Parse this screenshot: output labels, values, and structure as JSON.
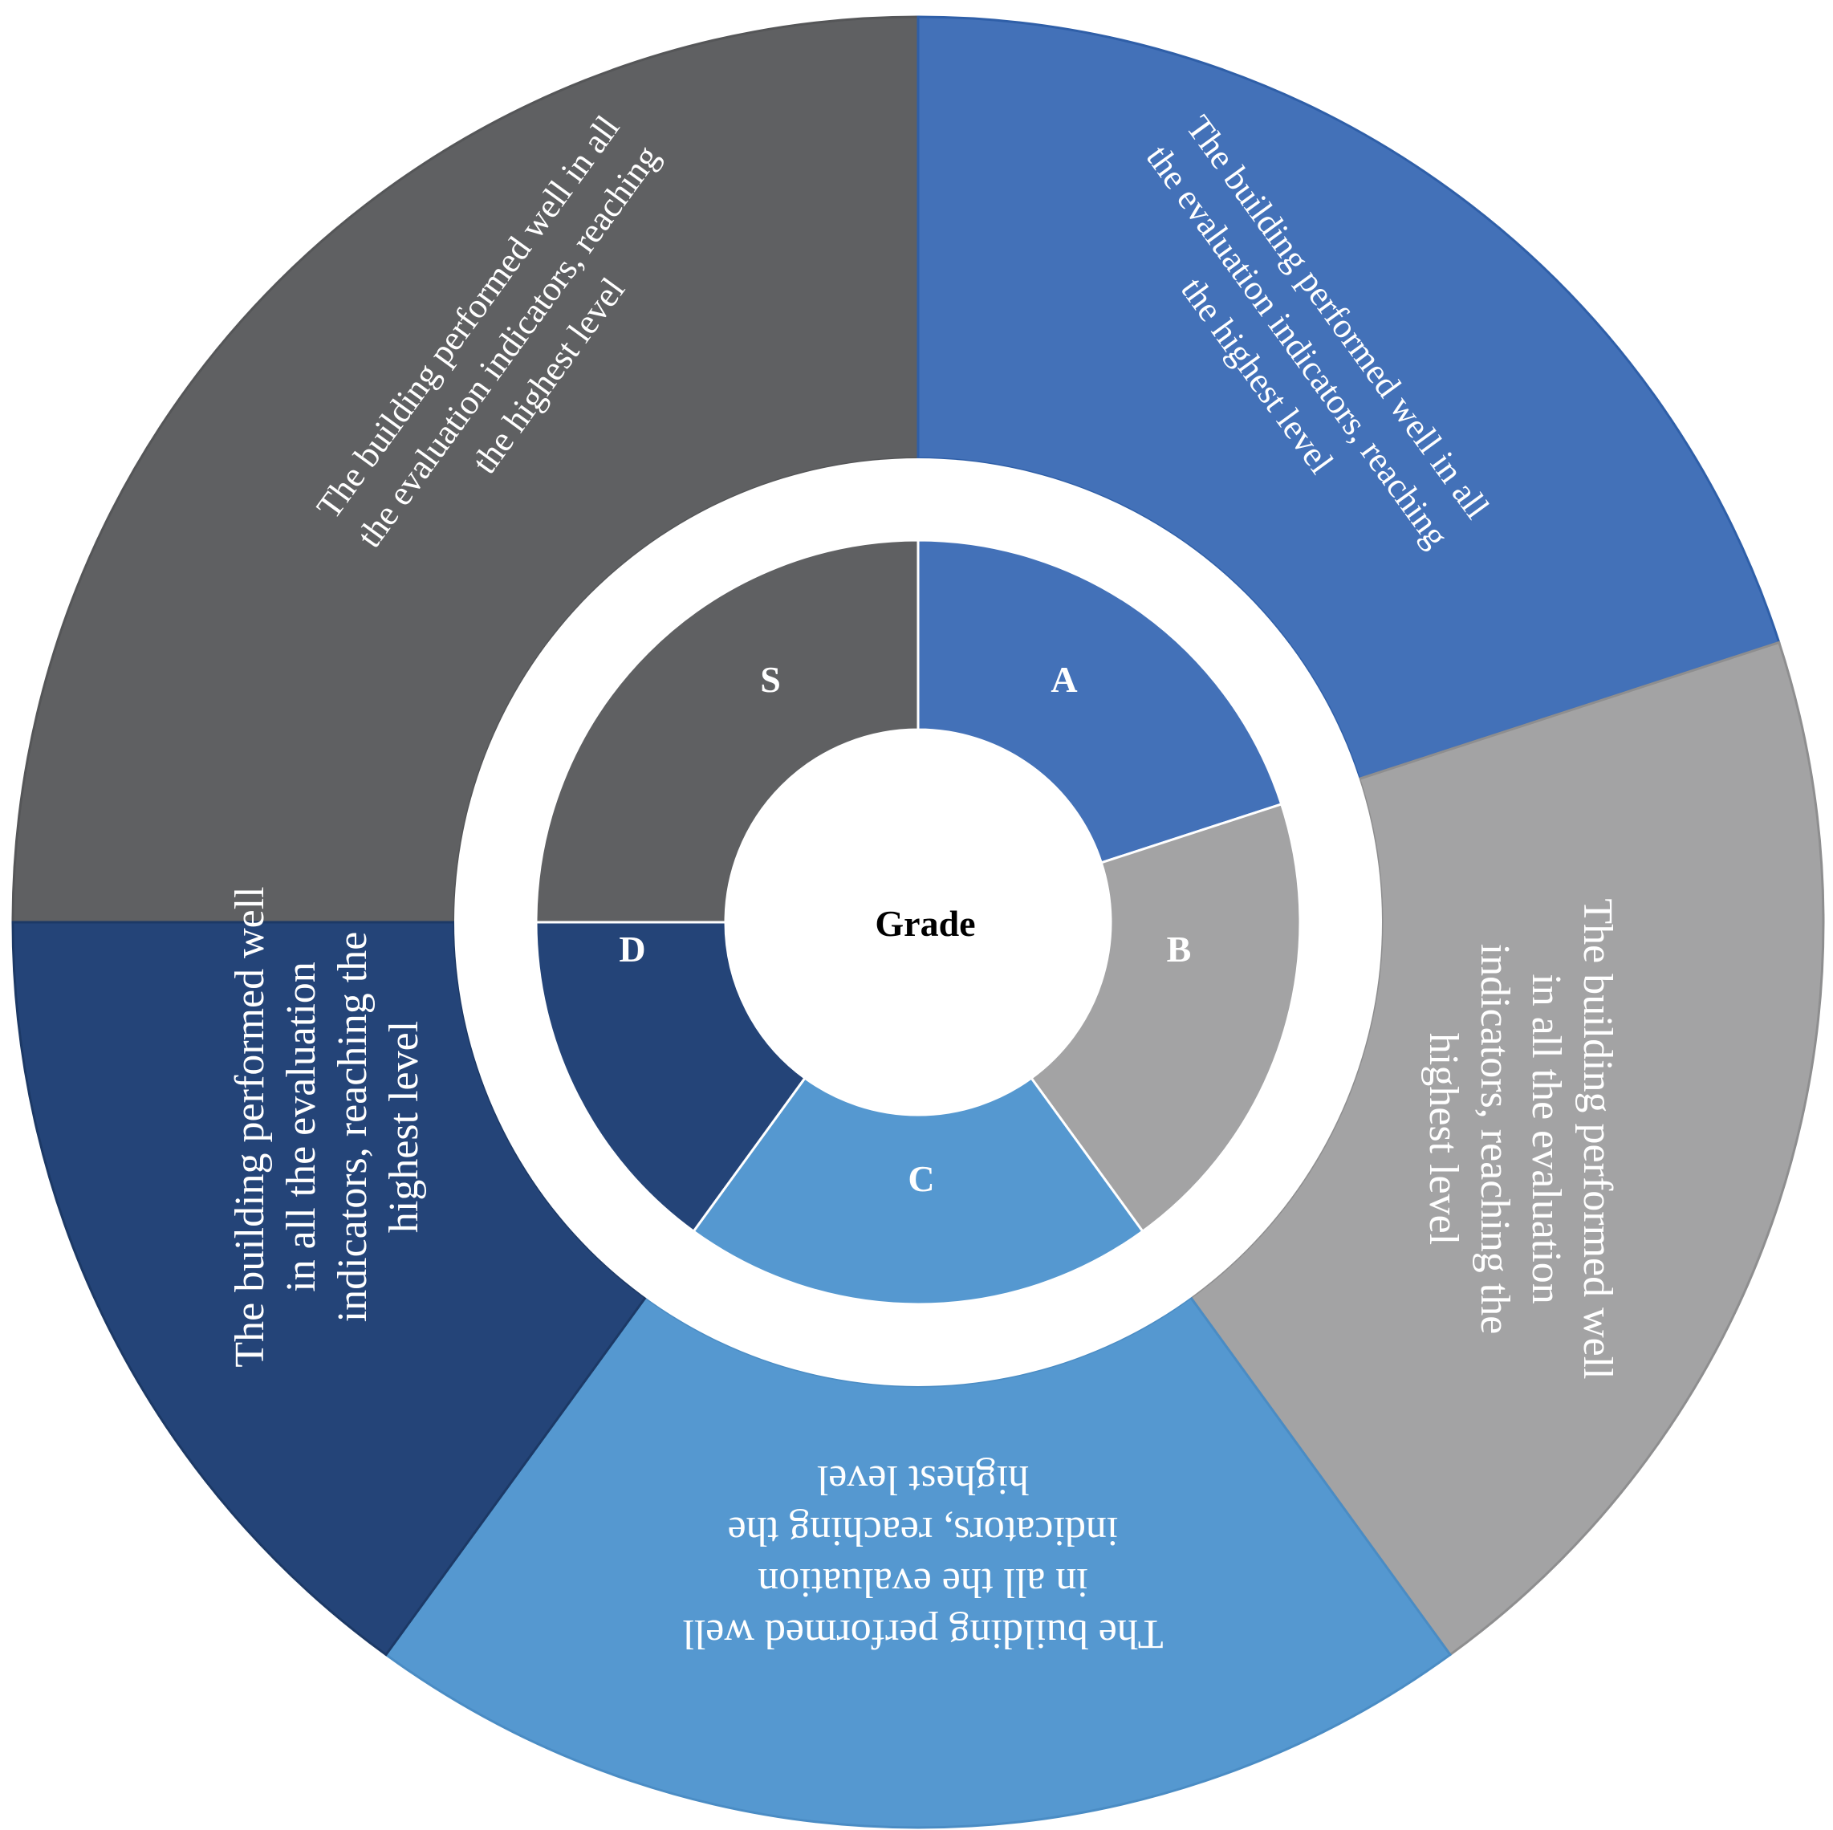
{
  "center_label": "Grade",
  "colors": {
    "S": "#5f6062",
    "A": "#4371b8",
    "B": "#a3a3a4",
    "C": "#5598d0",
    "D": "#244478",
    "A_outer": "#4371b8",
    "B_outer": "#a3a3a4",
    "ring_gap": "#ffffff"
  },
  "segments": [
    {
      "grade": "S",
      "lines": [
        "The building performed well in all",
        "the evaluation indicators, reaching",
        "the highest level"
      ]
    },
    {
      "grade": "A",
      "lines": [
        "The building performed well in all",
        "the evaluation indicators, reaching",
        "the highest level"
      ]
    },
    {
      "grade": "B",
      "lines": [
        "The building performed well",
        "in all the evaluation",
        "indicators, reaching the",
        "highest level"
      ]
    },
    {
      "grade": "C",
      "lines": [
        "The building performed well",
        "in all the evaluation",
        "indicators, reaching the",
        "highest level"
      ]
    },
    {
      "grade": "D",
      "lines": [
        "The building performed well",
        "in all the evaluation",
        "indicators, reaching the",
        "highest level"
      ]
    }
  ]
}
